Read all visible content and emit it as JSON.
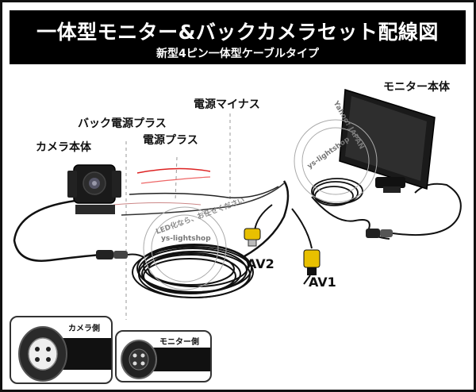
{
  "banner": {
    "title": "一体型モニター&バックカメラセット配線図",
    "subtitle": "新型4ピン一体型ケーブルタイプ"
  },
  "labels": {
    "monitor": "モニター本体",
    "power_minus": "電源マイナス",
    "back_power_plus": "バック電源プラス",
    "power_plus": "電源プラス",
    "camera": "カメラ本体",
    "av2": "AV2",
    "av1": "AV1"
  },
  "insets": {
    "camera_side": "カメラ側",
    "monitor_side": "モニター側"
  },
  "watermark": {
    "brand_text": "ys-lightshop",
    "japan_text": "Yahoo! JAPAN",
    "stamp_text": "LED化なら、お任せください"
  }
}
